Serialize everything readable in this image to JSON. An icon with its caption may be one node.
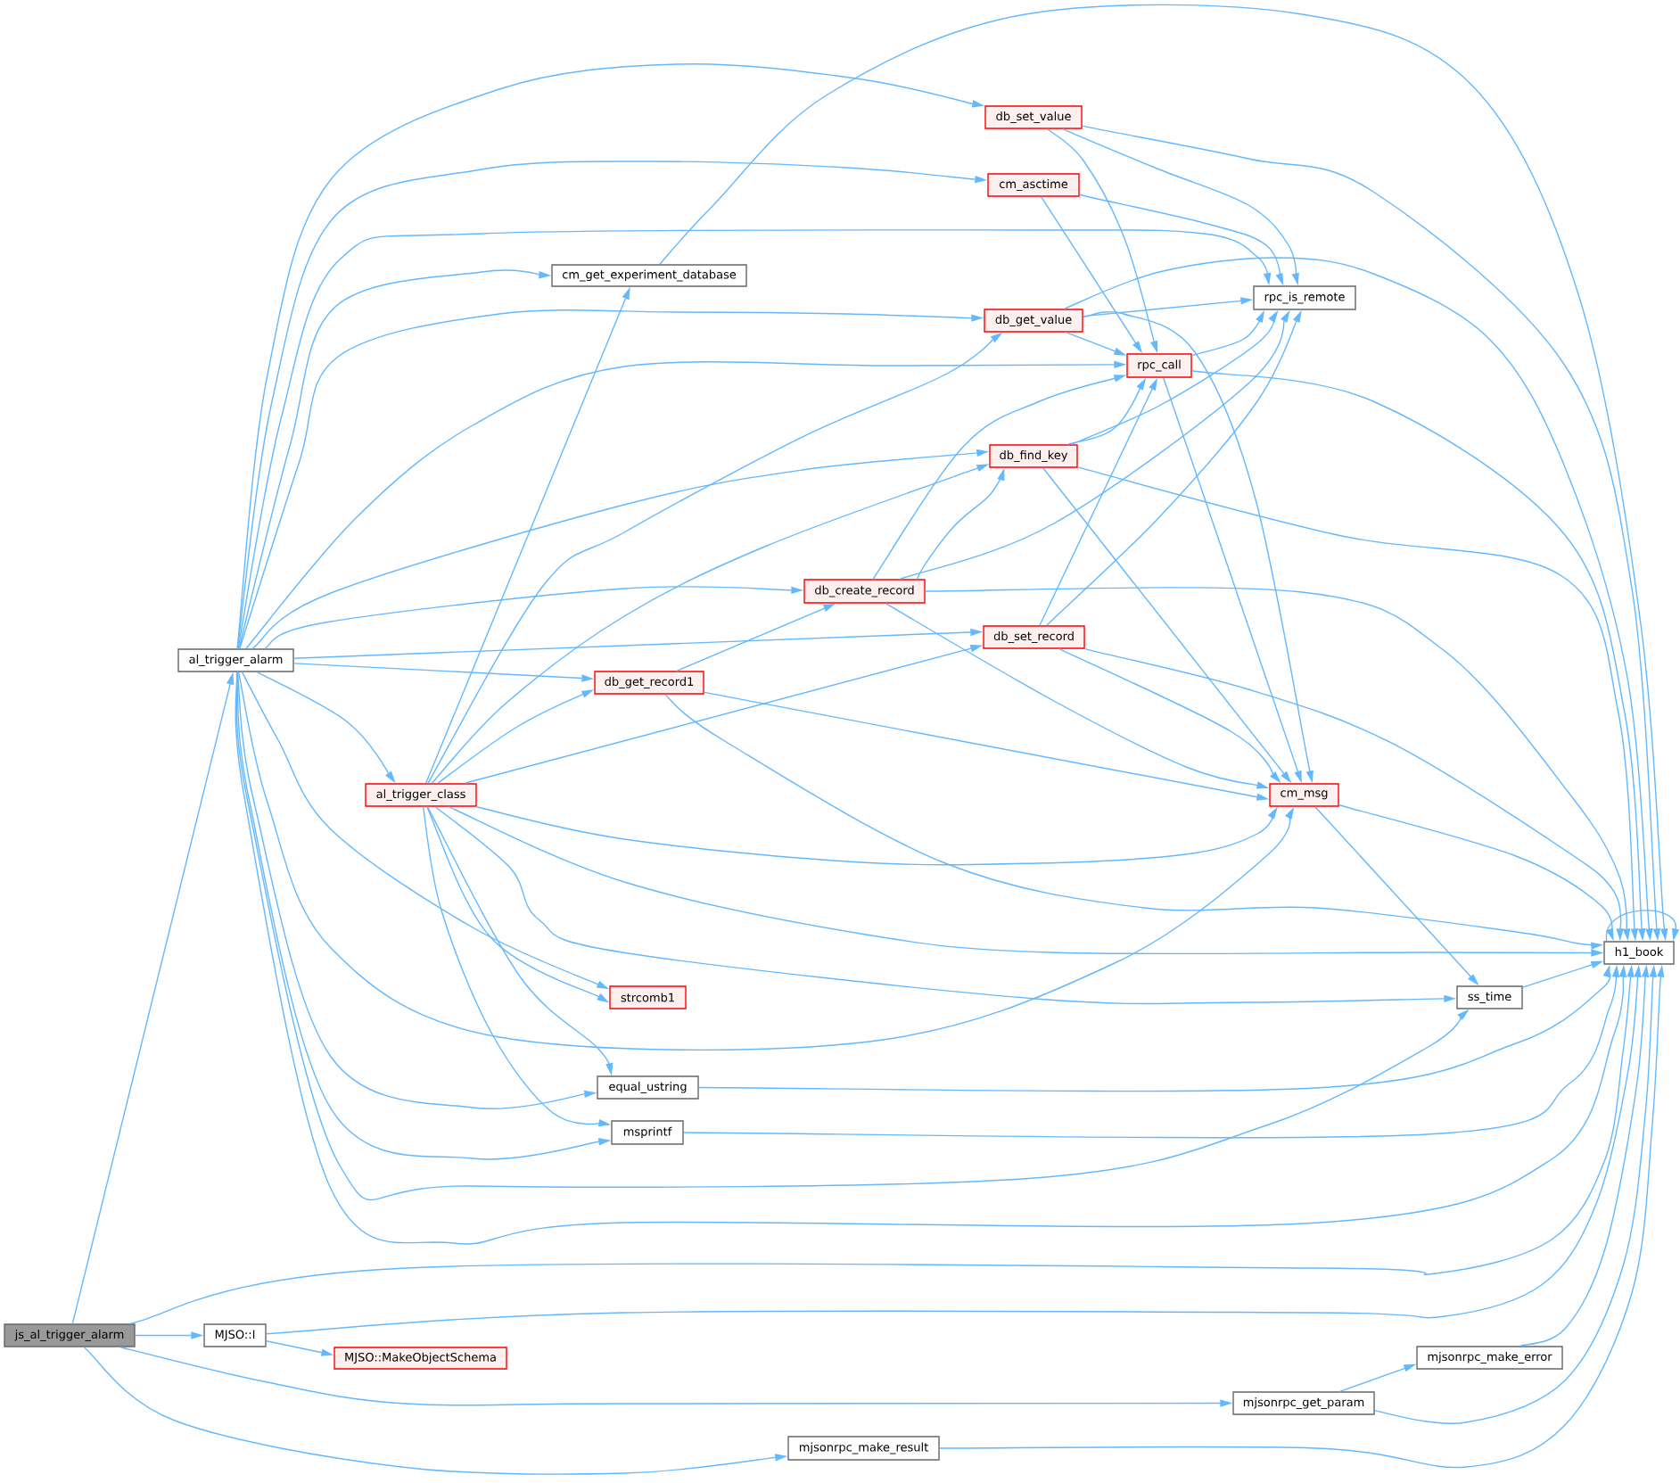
{
  "diagram": {
    "nodes": [
      {
        "text": [
          "js_al_trigger_alarm"
        ]
      },
      {
        "text": [
          "al_trigger_alarm"
        ]
      },
      {
        "text": [
          "MJSO::I"
        ]
      },
      {
        "text": [
          "MJSO::MakeObjectSchema"
        ]
      },
      {
        "text": [
          "al_trigger_class"
        ]
      },
      {
        "text": [
          "cm_get_experiment_database"
        ]
      },
      {
        "text": [
          "db_get_record1"
        ]
      },
      {
        "text": [
          "strcomb1"
        ]
      },
      {
        "text": [
          "equal_ustring"
        ]
      },
      {
        "text": [
          "msprintf"
        ]
      },
      {
        "text": [
          "db_create_record"
        ]
      },
      {
        "text": [
          "mjsonrpc_make_result"
        ]
      },
      {
        "text": [
          "db_set_value"
        ]
      },
      {
        "text": [
          "cm_asctime"
        ]
      },
      {
        "text": [
          "db_get_value"
        ]
      },
      {
        "text": [
          "db_find_key"
        ]
      },
      {
        "text": [
          "db_set_record"
        ]
      },
      {
        "text": [
          "rpc_call"
        ]
      },
      {
        "text": [
          "rpc_is_remote"
        ]
      },
      {
        "text": [
          "cm_msg"
        ]
      },
      {
        "text": [
          "ss_time"
        ]
      },
      {
        "text": [
          "mjsonrpc_get_param"
        ]
      },
      {
        "text": [
          "mjsonrpc_make_error"
        ]
      },
      {
        "text": [
          "h1_book"
        ]
      }
    ],
    "edges": [
      {
        "from": 0,
        "to": 1,
        "arrow": "to"
      },
      {
        "from": 0,
        "to": 23,
        "arrow": "to"
      },
      {
        "from": 0,
        "to": 2,
        "arrow": "to"
      },
      {
        "from": 0,
        "to": 21,
        "arrow": "to"
      },
      {
        "from": 0,
        "to": 11,
        "arrow": "to"
      },
      {
        "from": 1,
        "to": 12,
        "arrow": "to"
      },
      {
        "from": 1,
        "to": 13,
        "arrow": "to"
      },
      {
        "from": 1,
        "to": 18,
        "arrow": "to"
      },
      {
        "from": 1,
        "to": 5,
        "arrow": "to"
      },
      {
        "from": 1,
        "to": 14,
        "arrow": "to"
      },
      {
        "from": 1,
        "to": 17,
        "arrow": "to"
      },
      {
        "from": 1,
        "to": 15,
        "arrow": "to"
      },
      {
        "from": 1,
        "to": 10,
        "arrow": "to"
      },
      {
        "from": 1,
        "to": 16,
        "arrow": "to"
      },
      {
        "from": 1,
        "to": 6,
        "arrow": "to"
      },
      {
        "from": 1,
        "to": 4,
        "arrow": "to"
      },
      {
        "from": 1,
        "to": 7,
        "arrow": "to"
      },
      {
        "from": 1,
        "to": 19,
        "arrow": "to"
      },
      {
        "from": 1,
        "to": 8,
        "arrow": "to"
      },
      {
        "from": 1,
        "to": 9,
        "arrow": "to"
      },
      {
        "from": 1,
        "to": 20,
        "arrow": "to"
      },
      {
        "from": 1,
        "to": 23,
        "arrow": "to"
      },
      {
        "from": 2,
        "to": 23,
        "arrow": "to"
      },
      {
        "from": 2,
        "to": 3,
        "arrow": "to"
      },
      {
        "from": 4,
        "to": 5,
        "arrow": "to"
      },
      {
        "from": 4,
        "to": 14,
        "arrow": "to"
      },
      {
        "from": 4,
        "to": 15,
        "arrow": "to"
      },
      {
        "from": 4,
        "to": 6,
        "arrow": "to"
      },
      {
        "from": 4,
        "to": 16,
        "arrow": "to"
      },
      {
        "from": 4,
        "to": 19,
        "arrow": "to"
      },
      {
        "from": 4,
        "to": 23,
        "arrow": "to"
      },
      {
        "from": 4,
        "to": 20,
        "arrow": "to"
      },
      {
        "from": 4,
        "to": 7,
        "arrow": "to"
      },
      {
        "from": 4,
        "to": 8,
        "arrow": "to"
      },
      {
        "from": 4,
        "to": 9,
        "arrow": "to"
      },
      {
        "from": 5,
        "to": 23,
        "arrow": "to"
      },
      {
        "from": 6,
        "to": 10,
        "arrow": "to"
      },
      {
        "from": 6,
        "to": 19,
        "arrow": "to"
      },
      {
        "from": 6,
        "to": 23,
        "arrow": "to"
      },
      {
        "from": 8,
        "to": 23,
        "arrow": "to"
      },
      {
        "from": 9,
        "to": 23,
        "arrow": "to"
      },
      {
        "from": 10,
        "to": 17,
        "arrow": "to"
      },
      {
        "from": 10,
        "to": 15,
        "arrow": "to"
      },
      {
        "from": 10,
        "to": 18,
        "arrow": "to"
      },
      {
        "from": 10,
        "to": 23,
        "arrow": "to"
      },
      {
        "from": 10,
        "to": 19,
        "arrow": "to"
      },
      {
        "from": 11,
        "to": 23,
        "arrow": "to"
      },
      {
        "from": 12,
        "to": 17,
        "arrow": "to"
      },
      {
        "from": 12,
        "to": 18,
        "arrow": "to"
      },
      {
        "from": 12,
        "to": 23,
        "arrow": "to"
      },
      {
        "from": 13,
        "to": 17,
        "arrow": "to"
      },
      {
        "from": 13,
        "to": 18,
        "arrow": "to"
      },
      {
        "from": 14,
        "to": 18,
        "arrow": "to"
      },
      {
        "from": 14,
        "to": 17,
        "arrow": "to"
      },
      {
        "from": 14,
        "to": 19,
        "arrow": "to"
      },
      {
        "from": 14,
        "to": 23,
        "arrow": "to"
      },
      {
        "from": 15,
        "to": 17,
        "arrow": "to"
      },
      {
        "from": 15,
        "to": 18,
        "arrow": "to"
      },
      {
        "from": 15,
        "to": 19,
        "arrow": "to"
      },
      {
        "from": 15,
        "to": 23,
        "arrow": "to"
      },
      {
        "from": 16,
        "to": 17,
        "arrow": "to"
      },
      {
        "from": 16,
        "to": 18,
        "arrow": "to"
      },
      {
        "from": 16,
        "to": 19,
        "arrow": "to"
      },
      {
        "from": 16,
        "to": 23,
        "arrow": "to"
      },
      {
        "from": 17,
        "to": 18,
        "arrow": "to"
      },
      {
        "from": 17,
        "to": 19,
        "arrow": "to"
      },
      {
        "from": 17,
        "to": 23,
        "arrow": "to"
      },
      {
        "from": 19,
        "to": 20,
        "arrow": "to"
      },
      {
        "from": 19,
        "to": 23,
        "arrow": "to"
      },
      {
        "from": 20,
        "to": 23,
        "arrow": "to"
      },
      {
        "from": 21,
        "to": 22,
        "arrow": "to"
      },
      {
        "from": 21,
        "to": 23,
        "arrow": "to"
      },
      {
        "from": 22,
        "to": 23,
        "arrow": "to"
      },
      {
        "from": 23,
        "to": 23,
        "arrow": "to"
      }
    ]
  }
}
